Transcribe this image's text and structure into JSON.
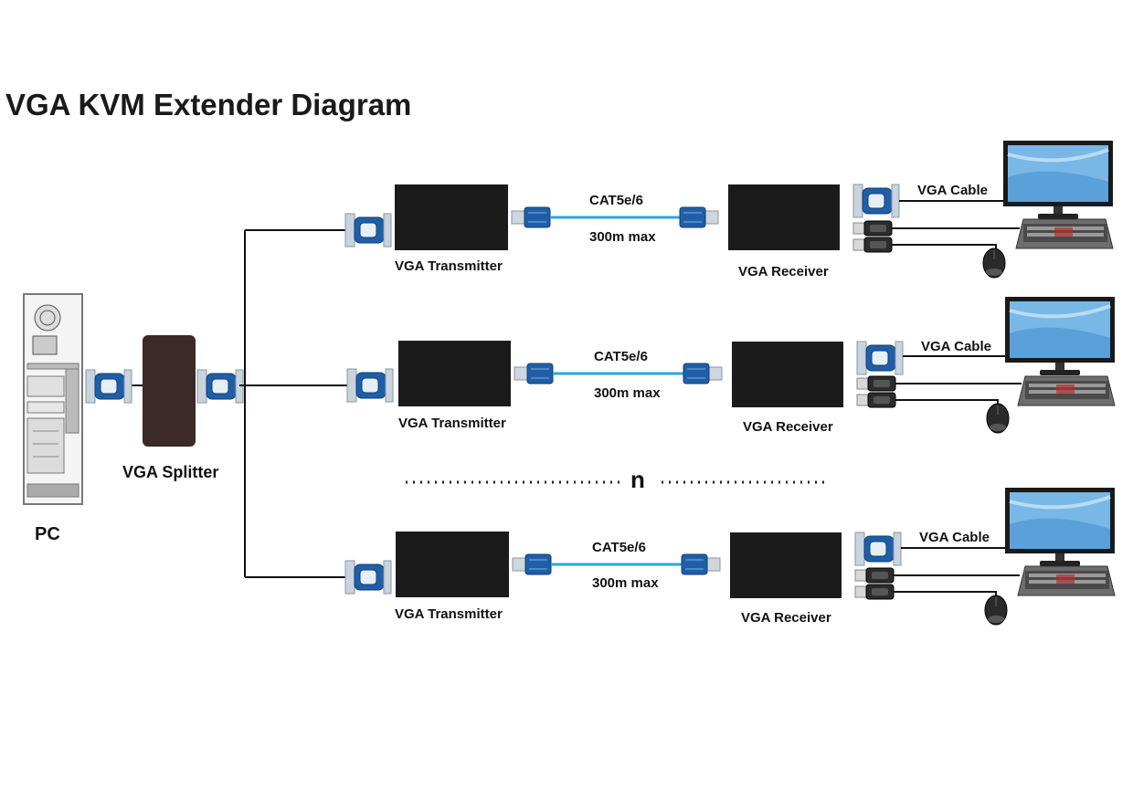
{
  "title": "VGA KVM Extender Diagram",
  "pc_label": "PC",
  "splitter_label": "VGA Splitter",
  "n_label": "n",
  "rows": [
    {
      "transmitter_label": "VGA Transmitter",
      "receiver_label": "VGA Receiver",
      "cable_type": "CAT5e/6",
      "cable_length": "300m max",
      "vga_cable_label": "VGA Cable"
    },
    {
      "transmitter_label": "VGA Transmitter",
      "receiver_label": "VGA Receiver",
      "cable_type": "CAT5e/6",
      "cable_length": "300m max",
      "vga_cable_label": "VGA Cable"
    },
    {
      "transmitter_label": "VGA Transmitter",
      "receiver_label": "VGA Receiver",
      "cable_type": "CAT5e/6",
      "cable_length": "300m max",
      "vga_cable_label": "VGA Cable"
    }
  ],
  "colors": {
    "connector_blue": "#1f5fa8",
    "cable_blue": "#2aa7df",
    "device_black": "#1b1b1b",
    "splitter_brown": "#3b2a28"
  }
}
